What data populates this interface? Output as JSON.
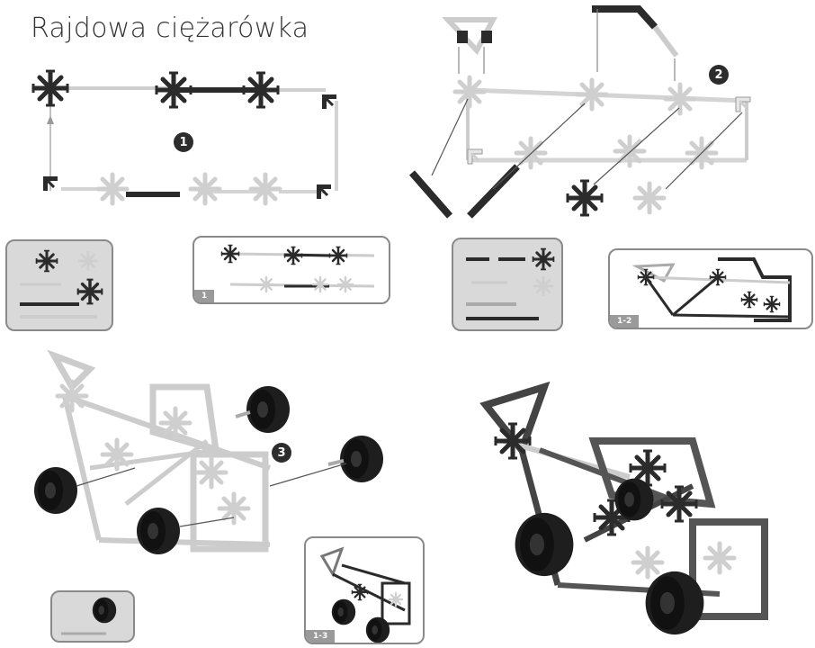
{
  "title": "Rajdowa ciężarówka",
  "steps": [
    "1",
    "2",
    "3"
  ],
  "preview_tags": [
    "1",
    "1-2",
    "1-3"
  ],
  "colors": {
    "dark": "#2b2b2b",
    "light": "#e6e6e6",
    "rod_light": "#d4d4d4",
    "panel": "#8a8a8a"
  }
}
